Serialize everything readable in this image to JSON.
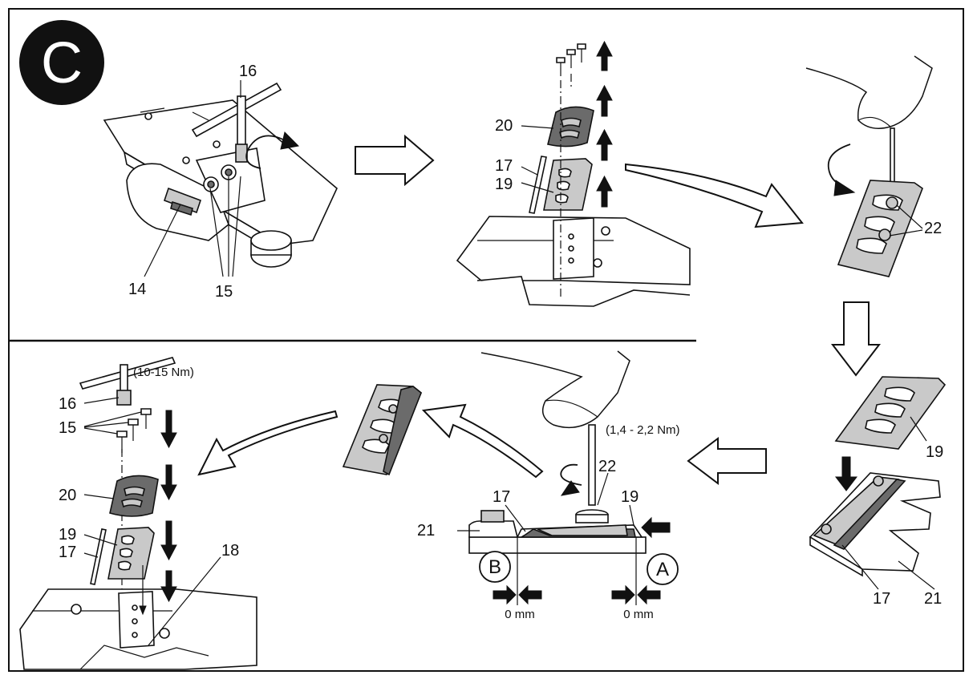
{
  "step_badge": "C",
  "labels": {
    "n14": "14",
    "n15": "15",
    "n16": "16",
    "n17": "17",
    "n18": "18",
    "n19": "19",
    "n20": "20",
    "n21": "21",
    "n22": "22",
    "letter_a": "A",
    "letter_b": "B"
  },
  "torque": {
    "bolts": "(10-15 Nm)",
    "screws": "(1,4 - 2,2 Nm)"
  },
  "gap": {
    "left": "0 mm",
    "right": "0 mm"
  }
}
